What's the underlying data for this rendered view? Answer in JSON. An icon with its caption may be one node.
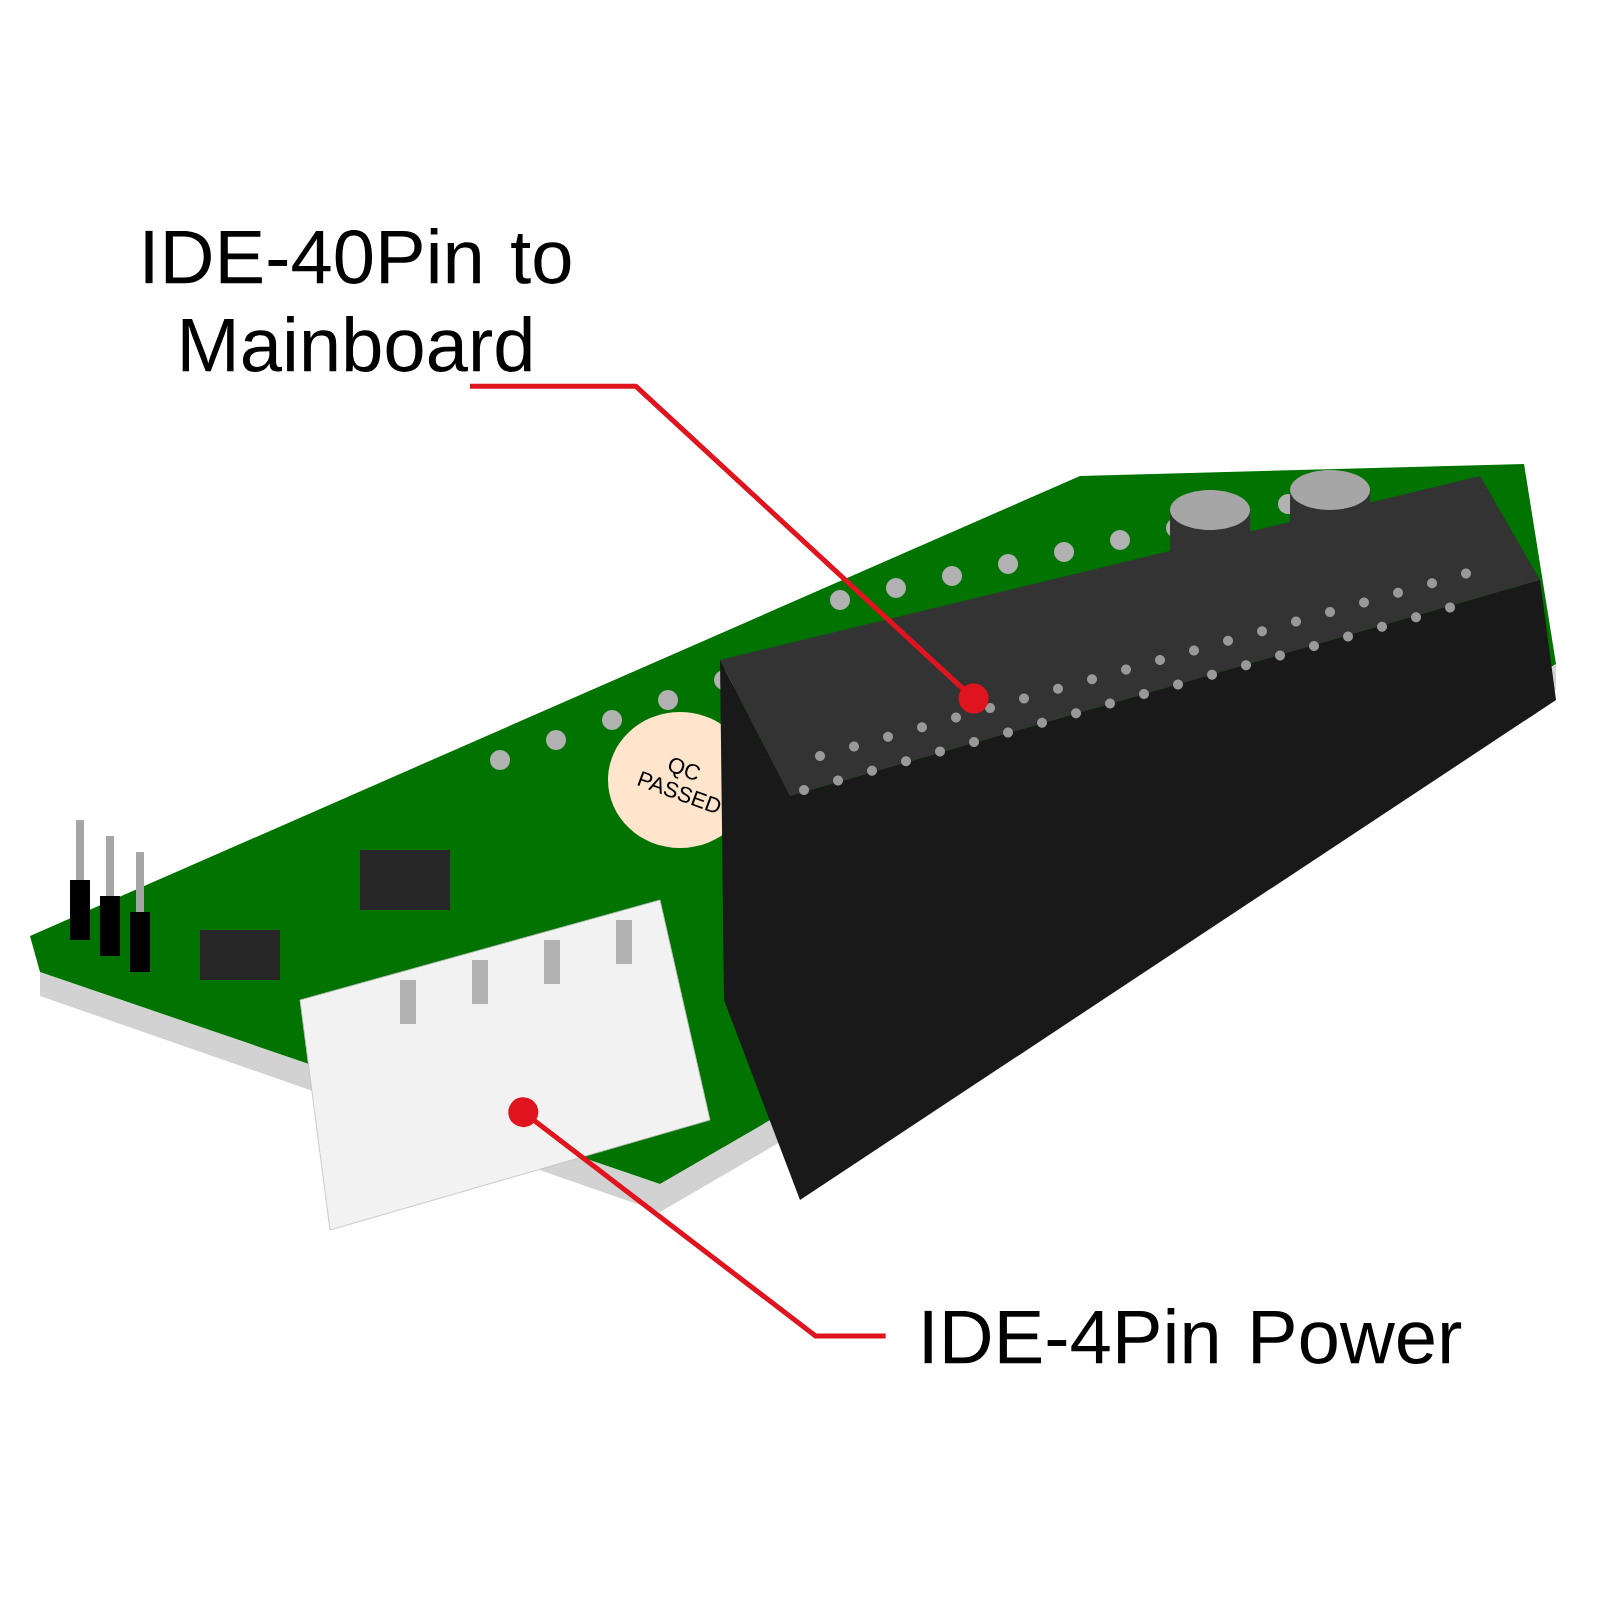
{
  "diagram": {
    "nodes": [
      {
        "text": [
          "IDE-40Pin to Mainboard"
        ]
      },
      {
        "text": [],
        "shape": "picture"
      },
      {
        "text": [
          "IDE-4Pin Power"
        ]
      },
      {
        "text": [],
        "shape": "picture"
      }
    ],
    "edges": [
      {
        "from": 0,
        "to": 1,
        "arrow": "other",
        "color": "#e0141e"
      },
      {
        "from": 2,
        "to": 3,
        "arrow": "other",
        "color": "#e0141e"
      }
    ],
    "labels": [
      "QC PASSED"
    ]
  }
}
